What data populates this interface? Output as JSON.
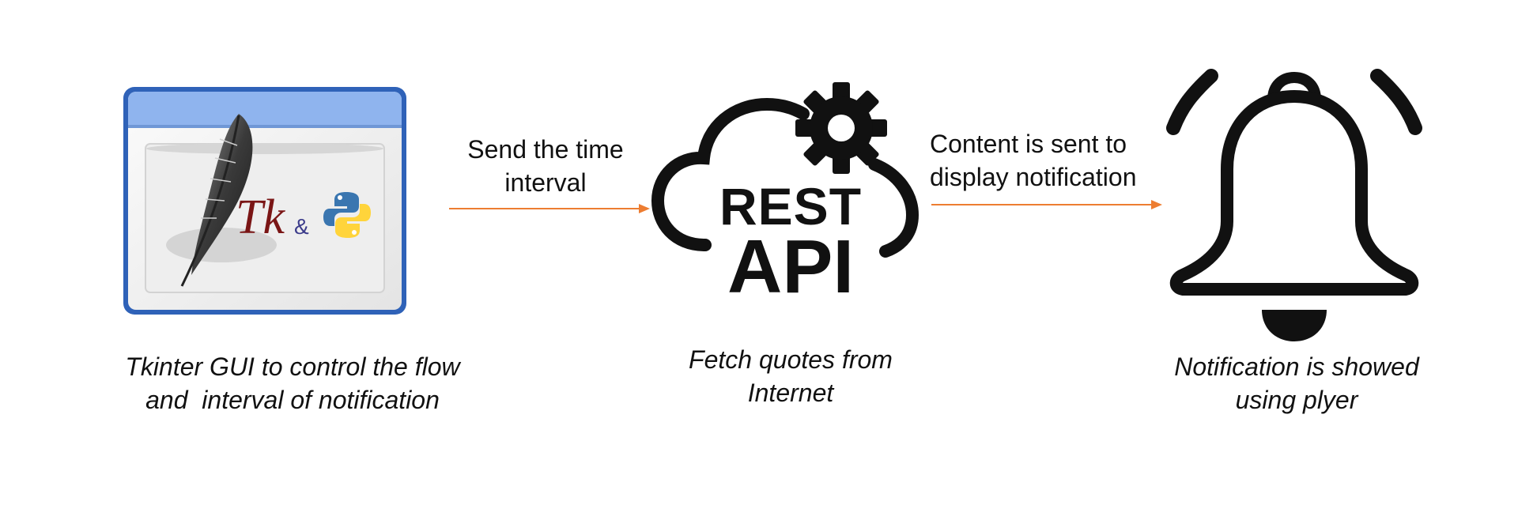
{
  "nodes": [
    {
      "id": "tkinter-gui",
      "icon": "tkinter-python-window-icon",
      "logo_text": "Tk",
      "logo_amp": "&",
      "caption_lines": [
        "Tkinter GUI to control the flow",
        "and  interval of notification"
      ]
    },
    {
      "id": "rest-api",
      "icon": "cloud-gear-api-icon",
      "logo_line1": "REST",
      "logo_line2": "API",
      "caption_lines": [
        "Fetch quotes from",
        "Internet"
      ]
    },
    {
      "id": "notification",
      "icon": "bell-icon",
      "caption_lines": [
        "Notification is showed",
        "using plyer"
      ]
    }
  ],
  "edges": [
    {
      "from": "tkinter-gui",
      "to": "rest-api",
      "label_lines": [
        "Send the time",
        "interval"
      ]
    },
    {
      "from": "rest-api",
      "to": "notification",
      "label_lines": [
        "Content is sent to",
        "display notification"
      ]
    }
  ],
  "colors": {
    "arrow": "#ED7D31",
    "text": "#111111",
    "window_border": "#2F62B8",
    "window_titlebar": "#8FB4EE",
    "tk_text": "#7A1515",
    "python_blue": "#3A76B0",
    "python_yellow": "#FFD43B"
  }
}
